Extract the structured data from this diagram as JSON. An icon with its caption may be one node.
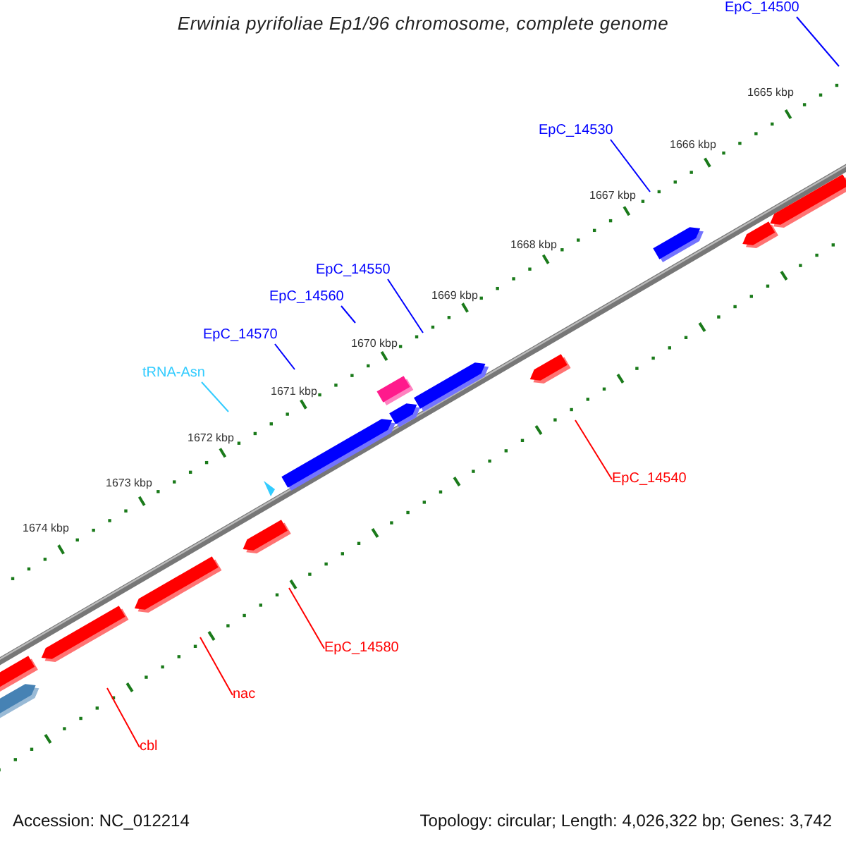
{
  "diagram": {
    "title": "Erwinia pyrifoliae Ep1/96 chromosome, complete genome",
    "nodes": [
      {
        "text": [
          "EpC_14500"
        ]
      },
      {
        "text": [
          "EpC_14530"
        ]
      },
      {
        "text": [
          "EpC_14550"
        ]
      },
      {
        "text": [
          "EpC_14560"
        ]
      },
      {
        "text": [
          "EpC_14570"
        ]
      },
      {
        "text": [
          "tRNA-Asn"
        ]
      },
      {
        "text": [
          "EpC_14540"
        ]
      },
      {
        "text": [
          "EpC_14580"
        ]
      },
      {
        "text": [
          "nac"
        ]
      },
      {
        "text": [
          "cbl"
        ]
      }
    ],
    "edges": [
      {
        "from": 0,
        "to": null,
        "arrow": "none"
      },
      {
        "from": 1,
        "to": null,
        "arrow": "none"
      },
      {
        "from": 2,
        "to": null,
        "arrow": "none"
      },
      {
        "from": 3,
        "to": null,
        "arrow": "none"
      },
      {
        "from": 4,
        "to": null,
        "arrow": "none"
      },
      {
        "from": 5,
        "to": null,
        "arrow": "none",
        "color": "#33ccff"
      },
      {
        "from": 6,
        "to": null,
        "arrow": "none",
        "color": "#ff0000"
      },
      {
        "from": 7,
        "to": null,
        "arrow": "none",
        "color": "#ff0000"
      },
      {
        "from": 8,
        "to": null,
        "arrow": "none",
        "color": "#ff0000"
      },
      {
        "from": 9,
        "to": null,
        "arrow": "none",
        "color": "#ff0000"
      }
    ],
    "labels": [
      "1665 kbp",
      "1666 kbp",
      "1667 kbp",
      "1668 kbp",
      "1669 kbp",
      "1670 kbp",
      "1671 kbp",
      "1672 kbp",
      "1673 kbp",
      "1674 kbp",
      "Accession: NC_012214",
      "Topology: circular; Length: 4,026,322 bp; Genes: 3,742"
    ]
  }
}
